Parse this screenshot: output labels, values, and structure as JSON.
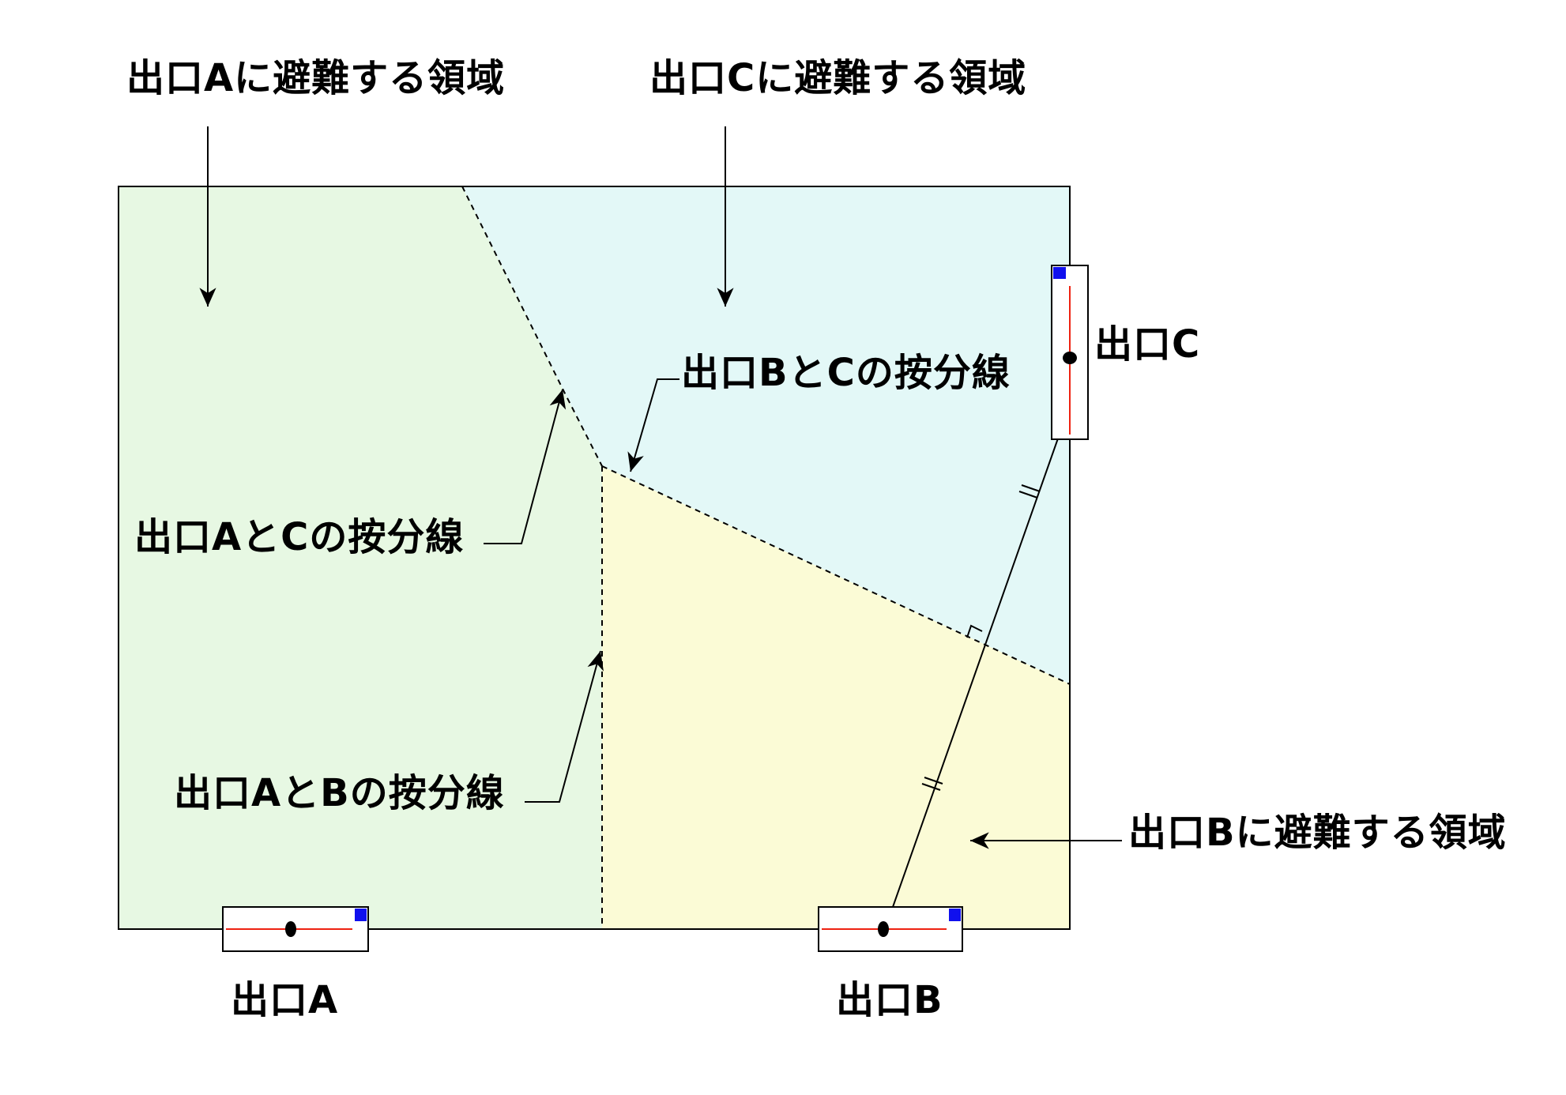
{
  "colors": {
    "region_a": "#e7f8e3",
    "region_b": "#fbfbd6",
    "region_c": "#e3f8f7",
    "exit_corner": "#1010ee",
    "exit_line": "#ee2211",
    "stroke": "#000000"
  },
  "regions": {
    "a_label": "出口Aに避難する領域",
    "b_label": "出口Bに避難する領域",
    "c_label": "出口Cに避難する領域"
  },
  "divisions": {
    "ab_label": "出口AとBの按分線",
    "ac_label": "出口AとCの按分線",
    "bc_label": "出口BとCの按分線"
  },
  "exits": {
    "a_label": "出口A",
    "b_label": "出口B",
    "c_label": "出口C"
  }
}
